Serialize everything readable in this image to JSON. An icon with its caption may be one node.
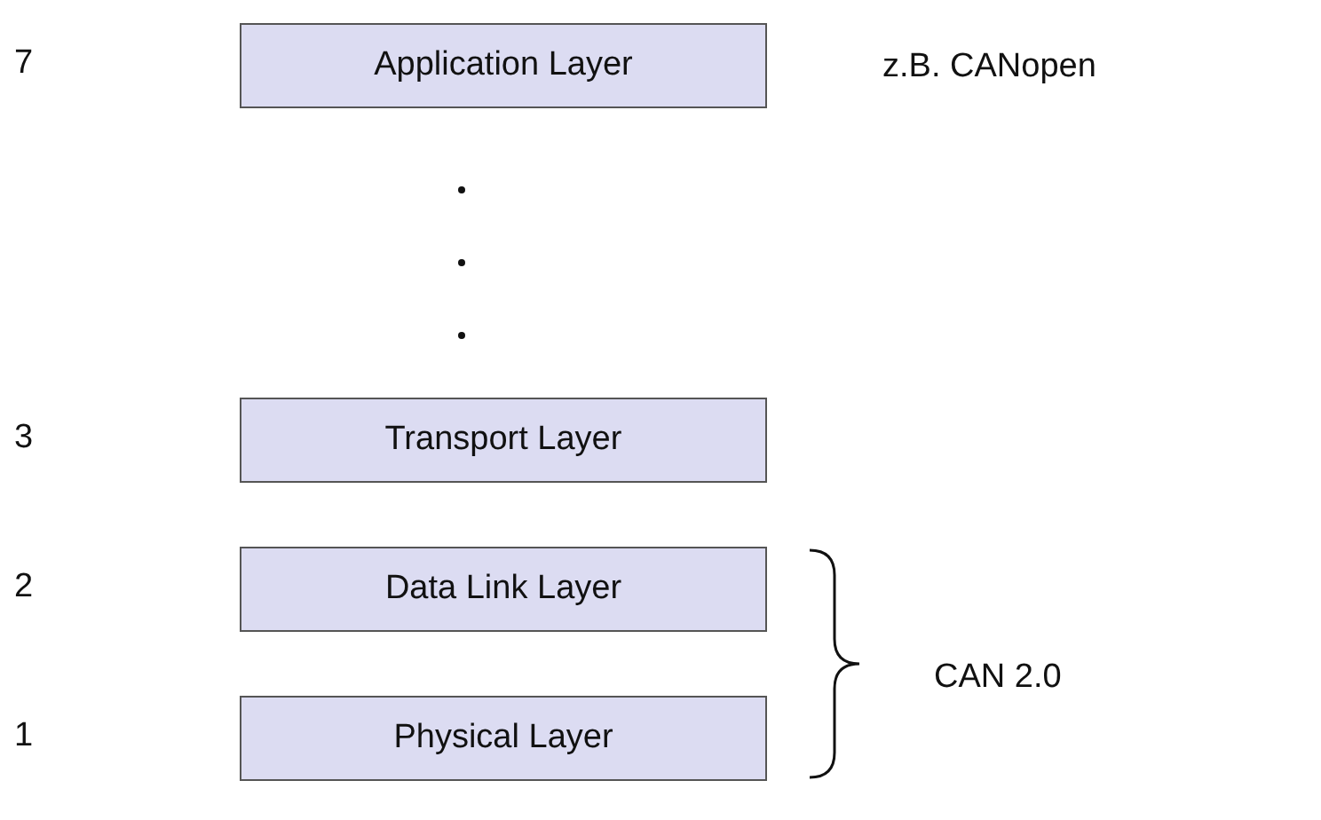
{
  "diagram": {
    "nodes": [
      {
        "text": [
          "Application Layer"
        ]
      },
      {
        "text": [
          "Transport Layer"
        ]
      },
      {
        "text": [
          "Data Link Layer"
        ]
      },
      {
        "text": [
          "Physical Layer"
        ]
      }
    ],
    "labels": [
      "7",
      "z.B. CANopen",
      "3",
      "2",
      "CAN 2.0",
      "1"
    ]
  }
}
